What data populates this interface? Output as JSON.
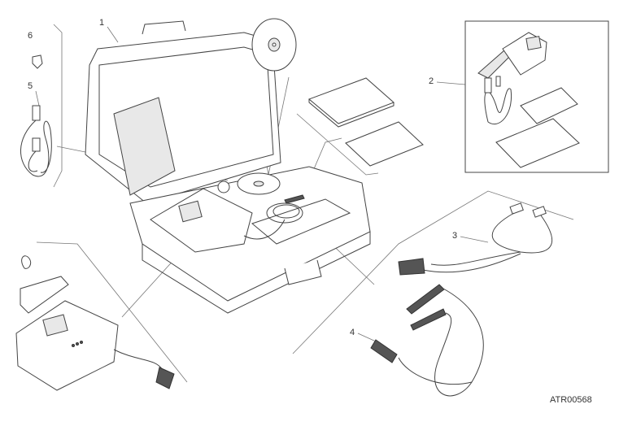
{
  "callouts": {
    "c1": "1",
    "c2": "2",
    "c3": "3",
    "c4": "4",
    "c5": "5",
    "c6": "6"
  },
  "drawing_code": "ATR00568"
}
